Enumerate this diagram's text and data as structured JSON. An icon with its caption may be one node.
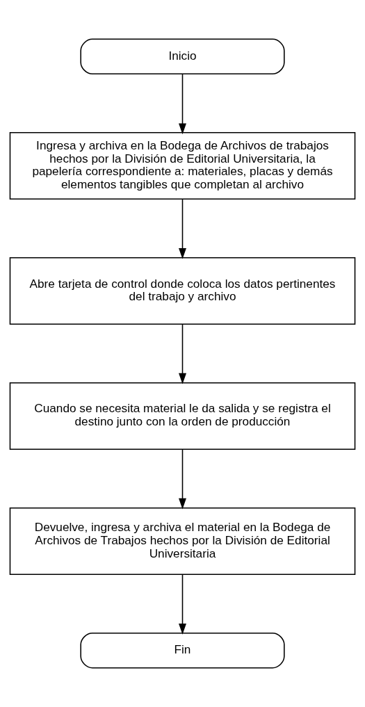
{
  "diagram": {
    "nodes": [
      {
        "text": [
          "Inicio"
        ]
      },
      {
        "text": [
          "Ingresa y archiva en la Bodega de Archivos de trabajos hechos por la División de Editorial Universitaria, la papelería correspondiente a: materiales, placas y demás elementos tangibles que completan al archivo"
        ]
      },
      {
        "text": [
          "Abre tarjeta de control donde coloca los datos pertinentes del trabajo y archivo"
        ]
      },
      {
        "text": [
          "Cuando se necesita material le da salida y se registra el destino junto con la orden de producción"
        ]
      },
      {
        "text": [
          "Devuelve, ingresa y archiva el material en la Bodega de Archivos de Trabajos hechos por la División de Editorial Universitaria"
        ]
      },
      {
        "text": [
          "Fin"
        ]
      }
    ],
    "edges": [
      {
        "from": 0,
        "to": 1,
        "arrow": "to"
      },
      {
        "from": 1,
        "to": 2,
        "arrow": "to"
      },
      {
        "from": 2,
        "to": 3,
        "arrow": "to"
      },
      {
        "from": 3,
        "to": 4,
        "arrow": "to"
      },
      {
        "from": 4,
        "to": 5,
        "arrow": "to"
      }
    ]
  }
}
